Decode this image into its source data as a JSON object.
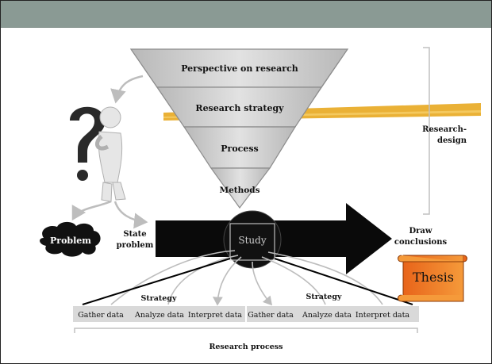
{
  "funnel": {
    "levels": [
      "Perspective on research",
      "Research strategy",
      "Process",
      "Methods"
    ]
  },
  "research_design_label": [
    "Research-",
    "design"
  ],
  "problem_cloud_label": "Problem",
  "state_problem_label": [
    "State",
    "problem"
  ],
  "study_label": "Study",
  "draw_conclusions_label": [
    "Draw",
    "conclusions"
  ],
  "thesis_label": "Thesis",
  "strategy_labels": [
    "Strategy",
    "Strategy"
  ],
  "process_steps": [
    "Gather data",
    "Analyze data",
    "Interpret data",
    "Gather data",
    "Analyze data",
    "Interpret data"
  ],
  "research_process_label": "Research process",
  "colors": {
    "header": "#8a9a94",
    "funnel_fill": "#c8c8c8",
    "highlighter": "#e8a820",
    "arrow": "#0a0a0a",
    "thesis_scroll": "#f07820",
    "steps_bar": "#d9d9d9"
  },
  "icons": [
    "thinking-figure-icon",
    "question-mark-icon",
    "cloud-icon",
    "scroll-icon"
  ]
}
